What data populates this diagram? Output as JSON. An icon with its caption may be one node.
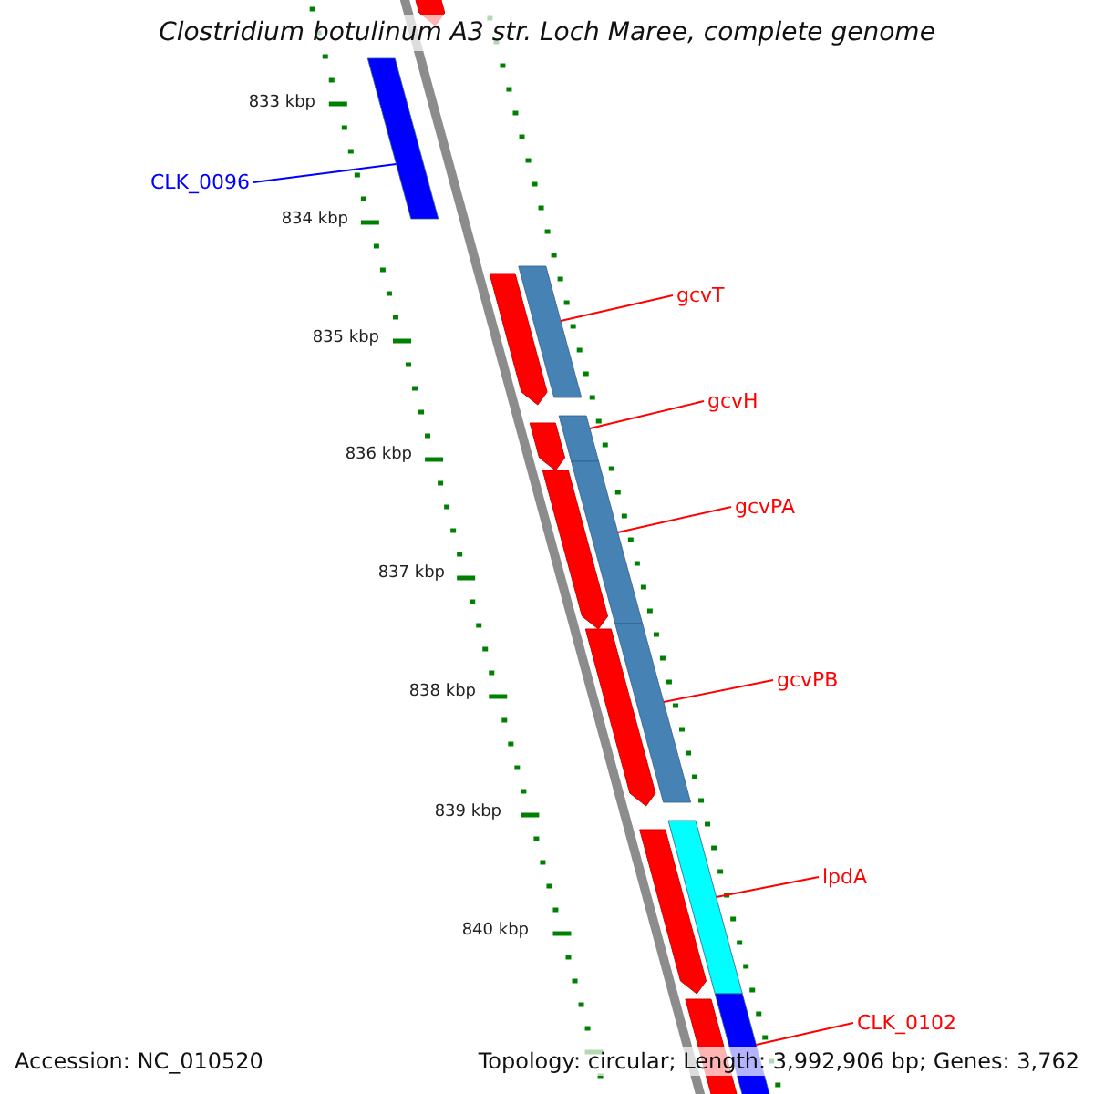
{
  "diagram": {
    "title": "Clostridium botulinum A3 str. Loch Maree, complete genome",
    "nodes": [
      {
        "text": [
          "CLK_0096"
        ]
      },
      {
        "text": [],
        "shape": "bar"
      },
      {
        "text": [
          "gcvT"
        ]
      },
      {
        "text": [],
        "shape": "bar"
      },
      {
        "text": [
          "gcvH"
        ]
      },
      {
        "text": [],
        "shape": "bar"
      },
      {
        "text": [
          "gcvPA"
        ]
      },
      {
        "text": [],
        "shape": "bar"
      },
      {
        "text": [
          "gcvPB"
        ]
      },
      {
        "text": [],
        "shape": "bar"
      },
      {
        "text": [
          "lpdA"
        ]
      },
      {
        "text": [],
        "shape": "bar"
      },
      {
        "text": [
          "CLK_0102"
        ]
      },
      {
        "text": [],
        "shape": "bar"
      },
      {
        "text": [],
        "shape": "arrow"
      },
      {
        "text": [],
        "shape": "arrow"
      },
      {
        "text": [],
        "shape": "arrow"
      },
      {
        "text": [],
        "shape": "arrow"
      },
      {
        "text": [],
        "shape": "arrow"
      },
      {
        "text": [],
        "shape": "arrow"
      },
      {
        "text": [],
        "shape": "arrow"
      }
    ],
    "edges": [
      {
        "from": 0,
        "to": 1,
        "arrow": "none",
        "color": "#0000ff"
      },
      {
        "from": 2,
        "to": 3,
        "arrow": "none"
      },
      {
        "from": 4,
        "to": 5,
        "arrow": "none"
      },
      {
        "from": 6,
        "to": 7,
        "arrow": "none"
      },
      {
        "from": 8,
        "to": 9,
        "arrow": "none"
      },
      {
        "from": 10,
        "to": 11,
        "arrow": "none"
      },
      {
        "from": 12,
        "to": 13,
        "arrow": "none"
      }
    ],
    "labels": [
      "833 kbp",
      "834 kbp",
      "835 kbp",
      "836 kbp",
      "837 kbp",
      "838 kbp",
      "839 kbp",
      "840 kbp",
      "Accession: NC_010520",
      "Topology: circular; Length: 3,992,906 bp; Genes: 3,762"
    ]
  }
}
